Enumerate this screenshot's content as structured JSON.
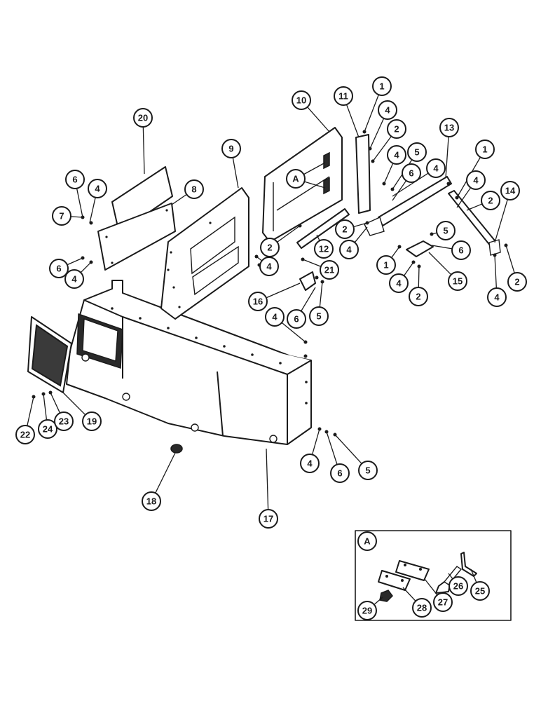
{
  "diagram": {
    "callouts": [
      {
        "id": "c1a",
        "label": "1"
      },
      {
        "id": "c11",
        "label": "11"
      },
      {
        "id": "c10",
        "label": "10"
      },
      {
        "id": "c4a",
        "label": "4"
      },
      {
        "id": "c2a",
        "label": "2"
      },
      {
        "id": "c13",
        "label": "13"
      },
      {
        "id": "c1b",
        "label": "1"
      },
      {
        "id": "c20",
        "label": "20"
      },
      {
        "id": "c9",
        "label": "9"
      },
      {
        "id": "c4b",
        "label": "4"
      },
      {
        "id": "c5a",
        "label": "5"
      },
      {
        "id": "c4c",
        "label": "4"
      },
      {
        "id": "c6a",
        "label": "6"
      },
      {
        "id": "cA1",
        "label": "A"
      },
      {
        "id": "c4d",
        "label": "4"
      },
      {
        "id": "c14",
        "label": "14"
      },
      {
        "id": "c6b",
        "label": "6"
      },
      {
        "id": "c4e",
        "label": "4"
      },
      {
        "id": "c8",
        "label": "8"
      },
      {
        "id": "c2b",
        "label": "2"
      },
      {
        "id": "c7",
        "label": "7"
      },
      {
        "id": "c5b",
        "label": "5"
      },
      {
        "id": "c2c",
        "label": "2"
      },
      {
        "id": "c4f",
        "label": "4"
      },
      {
        "id": "c12",
        "label": "12"
      },
      {
        "id": "c2d",
        "label": "2"
      },
      {
        "id": "c4g",
        "label": "4"
      },
      {
        "id": "c6c",
        "label": "6"
      },
      {
        "id": "c6d",
        "label": "6"
      },
      {
        "id": "c4h",
        "label": "4"
      },
      {
        "id": "c21",
        "label": "21"
      },
      {
        "id": "c1c",
        "label": "1"
      },
      {
        "id": "c4i",
        "label": "4"
      },
      {
        "id": "c15",
        "label": "15"
      },
      {
        "id": "c2e",
        "label": "2"
      },
      {
        "id": "c4j",
        "label": "4"
      },
      {
        "id": "c2f",
        "label": "2"
      },
      {
        "id": "c16",
        "label": "16"
      },
      {
        "id": "c4k",
        "label": "4"
      },
      {
        "id": "c6e",
        "label": "6"
      },
      {
        "id": "c5c",
        "label": "5"
      },
      {
        "id": "c19",
        "label": "19"
      },
      {
        "id": "c22",
        "label": "22"
      },
      {
        "id": "c24",
        "label": "24"
      },
      {
        "id": "c23",
        "label": "23"
      },
      {
        "id": "c4l",
        "label": "4"
      },
      {
        "id": "c6f",
        "label": "6"
      },
      {
        "id": "c5d",
        "label": "5"
      },
      {
        "id": "c18",
        "label": "18"
      },
      {
        "id": "c17",
        "label": "17"
      },
      {
        "id": "cA2",
        "label": "A"
      },
      {
        "id": "c26",
        "label": "26"
      },
      {
        "id": "c25",
        "label": "25"
      },
      {
        "id": "c27",
        "label": "27"
      },
      {
        "id": "c28",
        "label": "28"
      },
      {
        "id": "c29",
        "label": "29"
      }
    ]
  }
}
